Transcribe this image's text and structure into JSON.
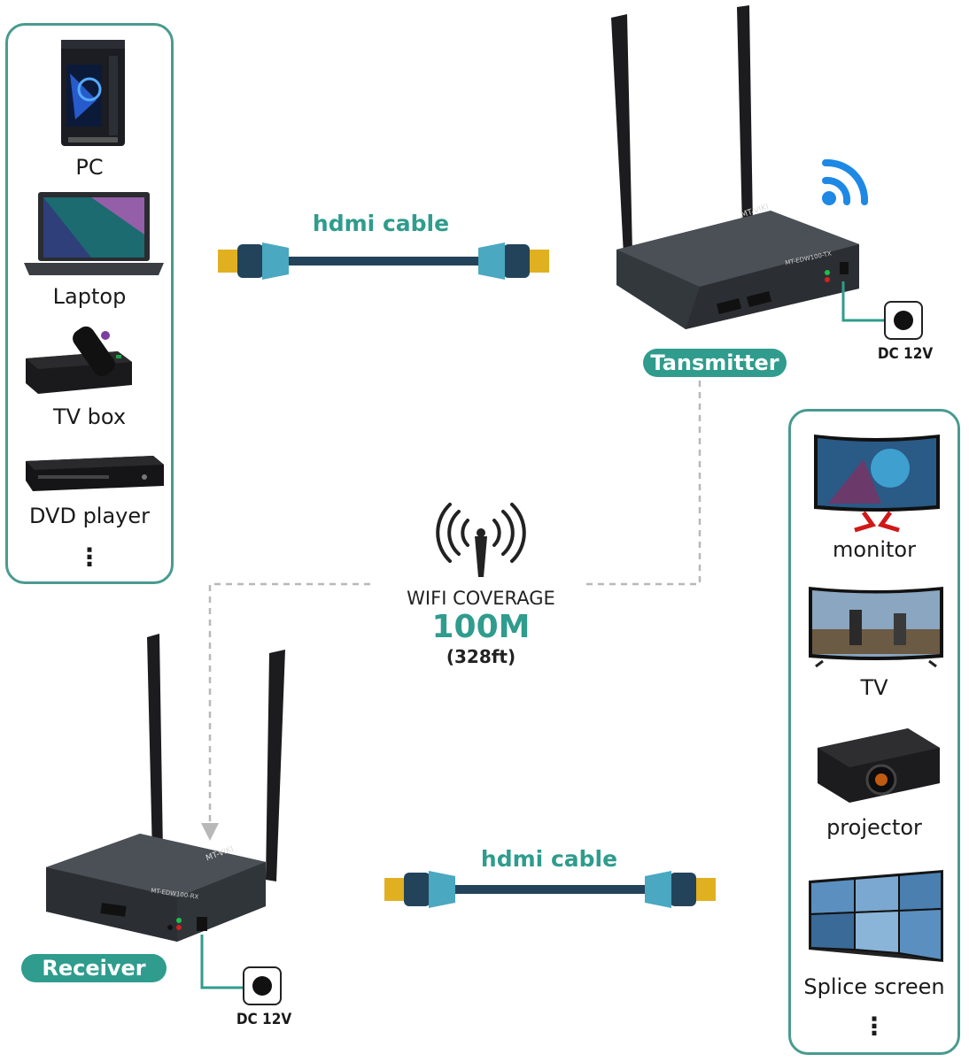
{
  "sources": {
    "items": [
      {
        "label": "PC",
        "icon": "pc-tower-icon"
      },
      {
        "label": "Laptop",
        "icon": "laptop-icon"
      },
      {
        "label": "TV box",
        "icon": "tv-box-icon"
      },
      {
        "label": "DVD player",
        "icon": "dvd-player-icon"
      }
    ],
    "more": "⋮"
  },
  "displays": {
    "items": [
      {
        "label": "monitor",
        "icon": "monitor-icon"
      },
      {
        "label": "TV",
        "icon": "tv-icon"
      },
      {
        "label": "projector",
        "icon": "projector-icon"
      },
      {
        "label": "Splice screen",
        "icon": "splice-screen-icon"
      }
    ],
    "more": "⋮"
  },
  "transmitter": {
    "label": "Tansmitter",
    "brand": "MT-VIKI",
    "model": "MT-EDW100-TX",
    "dc": "DC 12V"
  },
  "receiver": {
    "label": "Receiver",
    "brand": "MT-VIKI",
    "model": "MT-EDW100-RX",
    "dc": "DC 12V"
  },
  "cables": {
    "top_label": "hdmi cable",
    "bottom_label": "hdmi cable"
  },
  "coverage": {
    "title": "WIFI COVERAGE",
    "distance": "100M",
    "distance_ft": "(328ft)"
  },
  "colors": {
    "accent": "#2f9c8d",
    "panel_border": "#4a9a8f",
    "wifi_blue": "#1e88e5",
    "connector_teal": "#4aa8c0",
    "cable_dark": "#23435a",
    "plug_gold": "#e0b020",
    "device_body": "#3c4146"
  }
}
